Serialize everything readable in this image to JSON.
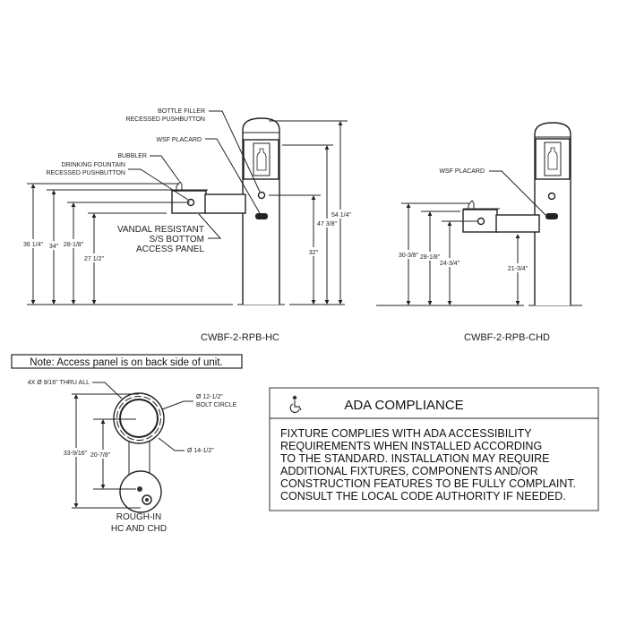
{
  "hc_unit": {
    "model": "CWBF-2-RPB-HC",
    "callouts": {
      "bottle_filler_1": "BOTTLE FILLER",
      "bottle_filler_2": "RECESSED PUSHBUTTON",
      "wsf_placard": "WSF PLACARD",
      "bubbler": "BUBBLER",
      "df_button_1": "DRINKING FOUNTAIN",
      "df_button_2": "RECESSED PUSHBUTTON",
      "panel_1": "VANDAL RESISTANT",
      "panel_2": "S/S BOTTOM",
      "panel_3": "ACCESS PANEL"
    },
    "dims": {
      "bubbler_height": "36 1/4\"",
      "rim_height": "34\"",
      "button_height": "28-1/8\"",
      "bottom_height": "27 1/2\"",
      "filler_button_height": "32\"",
      "window_height": "47 3/8\"",
      "overall_height": "54 1/4\""
    }
  },
  "chd_unit": {
    "model": "CWBF-2-RPB-CHD",
    "callouts": {
      "wsf_placard": "WSF PLACARD"
    },
    "dims": {
      "bubbler_height": "30-3/8\"",
      "rim_height": "28-1/8\"",
      "button_height": "24-3/4\"",
      "bottom_height": "21-3/4\""
    }
  },
  "note": "Note: Access panel is on back side of unit.",
  "rough_in": {
    "title_1": "ROUGH-IN",
    "title_2": "HC AND CHD",
    "holes": "4X Ø 9/16\" THRU ALL",
    "bolt_circle_1": "Ø 12-1/2\"",
    "bolt_circle_2": "BOLT CIRCLE",
    "outer_diameter": "Ø 14-1/2\"",
    "overall": "33-9/16\"",
    "center_to_center": "20-7/8\""
  },
  "ada": {
    "icon": "wheelchair-icon",
    "title": "ADA COMPLIANCE",
    "lines": [
      "FIXTURE COMPLIES WITH ADA ACCESSIBILITY",
      "REQUIREMENTS WHEN INSTALLED ACCORDING",
      "TO THE STANDARD. INSTALLATION MAY REQUIRE",
      "ADDITIONAL FIXTURES, COMPONENTS AND/OR",
      "CONSTRUCTION FEATURES TO BE FULLY COMPLAINT.",
      "CONSULT THE LOCAL CODE AUTHORITY IF NEEDED."
    ]
  }
}
